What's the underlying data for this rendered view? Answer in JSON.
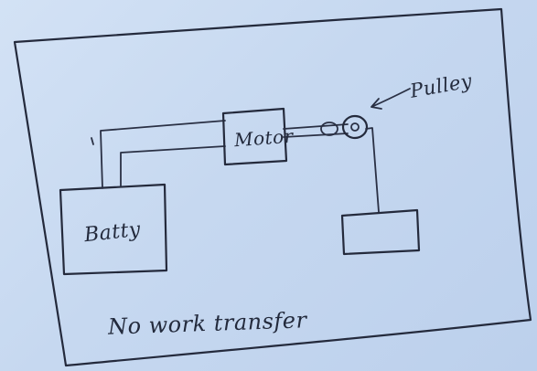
{
  "diagram": {
    "labels": {
      "battery": "Batty",
      "motor": "Motor",
      "pulley": "Pulley"
    },
    "caption": "No work transfer"
  },
  "colors": {
    "paper": "#c6d8f0",
    "ink": "#242a3c"
  }
}
